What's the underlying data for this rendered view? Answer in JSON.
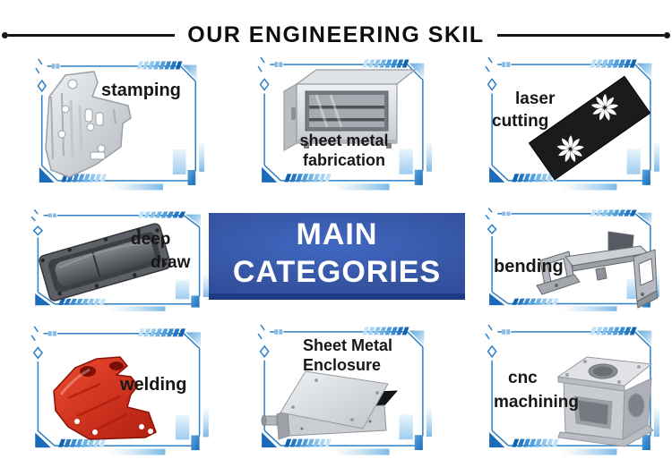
{
  "header": {
    "title": "OUR ENGINEERING SKIL"
  },
  "center_banner": {
    "line1": "MAIN",
    "line2": "CATEGORIES"
  },
  "cards": [
    {
      "id": "stamping",
      "lines": [
        "stamping"
      ]
    },
    {
      "id": "sheet-metal-fabrication",
      "lines": [
        "sheet metal",
        "fabrication"
      ]
    },
    {
      "id": "laser-cutting",
      "lines": [
        "laser",
        "cutting"
      ]
    },
    {
      "id": "deep-draw",
      "lines": [
        "deep",
        "draw"
      ]
    },
    {
      "id": "bending",
      "lines": [
        "bending"
      ]
    },
    {
      "id": "welding",
      "lines": [
        "welding"
      ]
    },
    {
      "id": "sheet-metal-enclosure",
      "lines": [
        "Sheet Metal",
        "Enclosure"
      ]
    },
    {
      "id": "cnc-machining",
      "lines": [
        "cnc",
        "machining"
      ]
    }
  ],
  "colors": {
    "title_text": "#0d0d0d",
    "frame_blue": "#2e7fc4",
    "frame_solid_blue": "#1a6cba",
    "banner_blue_center": "#4068c2",
    "banner_blue_edge": "#28459a",
    "banner_bottom_strip": "#1d3a85",
    "banner_text": "#ffffff",
    "label_text": "#171717",
    "laser_plate_black": "#191b1d",
    "welding_red": "#d6301f"
  }
}
